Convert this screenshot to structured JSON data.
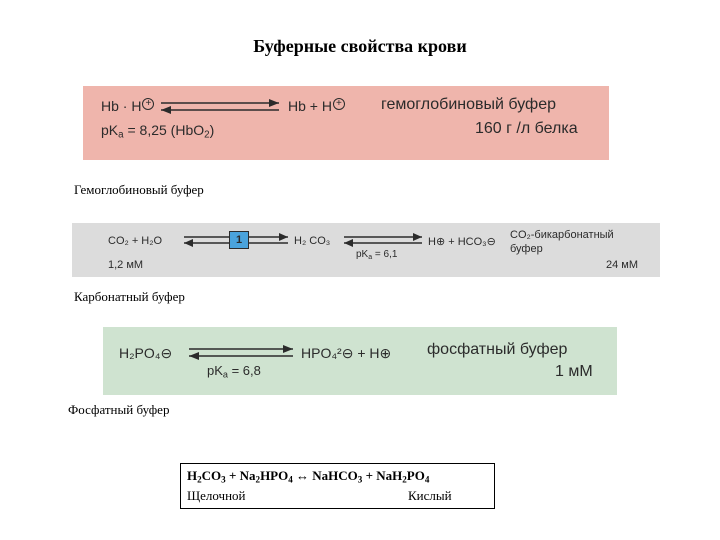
{
  "title": "Буферные свойства крови",
  "hemoglobin": {
    "hb_h": "Hb · H",
    "hb_plus_h": "Hb + H",
    "pka": "pK",
    "pka_sub": "a",
    "pka_value": " = 8,25 (HbO",
    "pka_sub2": "2",
    "pka_close": ")",
    "name": "гемоглобиновый буфер",
    "amount": "160 г /л белка",
    "plus_sign": "+"
  },
  "hemoglobin_caption": "Гемоглобиновый буфер",
  "bicarbonate": {
    "co2_h2o": "CO₂ + H₂O",
    "box_label": "1",
    "h2co3": "H₂ CO₃",
    "pka": "pK",
    "pka_sub": "a",
    "pka_value": " = 6,1",
    "products": "H⊕ + HCO₃⊖",
    "name_line1": "CO₂-бикарбонатный",
    "name_line2": "буфер",
    "conc_left": "1,2 мМ",
    "conc_right": "24 мМ"
  },
  "bicarbonate_caption": "Карбонатный буфер",
  "phosphate": {
    "h2po4": "H₂PO₄⊖",
    "pka": "pK",
    "pka_sub": "a",
    "pka_value": " = 6,8",
    "hpo4": "HPO₄²⊖ + H⊕",
    "name": "фосфатный буфер",
    "conc": "1 мМ"
  },
  "phosphate_caption": "Фосфатный буфер",
  "equation": {
    "text_a": "H",
    "text_b": "CO",
    "text_c": " + Na",
    "text_d": "HPO",
    "text_e": " ↔ NaHCO",
    "text_f": " + NaH",
    "text_g": "PO",
    "sub2": "2",
    "sub3": "3",
    "sub4": "4",
    "alkaline": "Щелочной",
    "acid": "Кислый"
  }
}
